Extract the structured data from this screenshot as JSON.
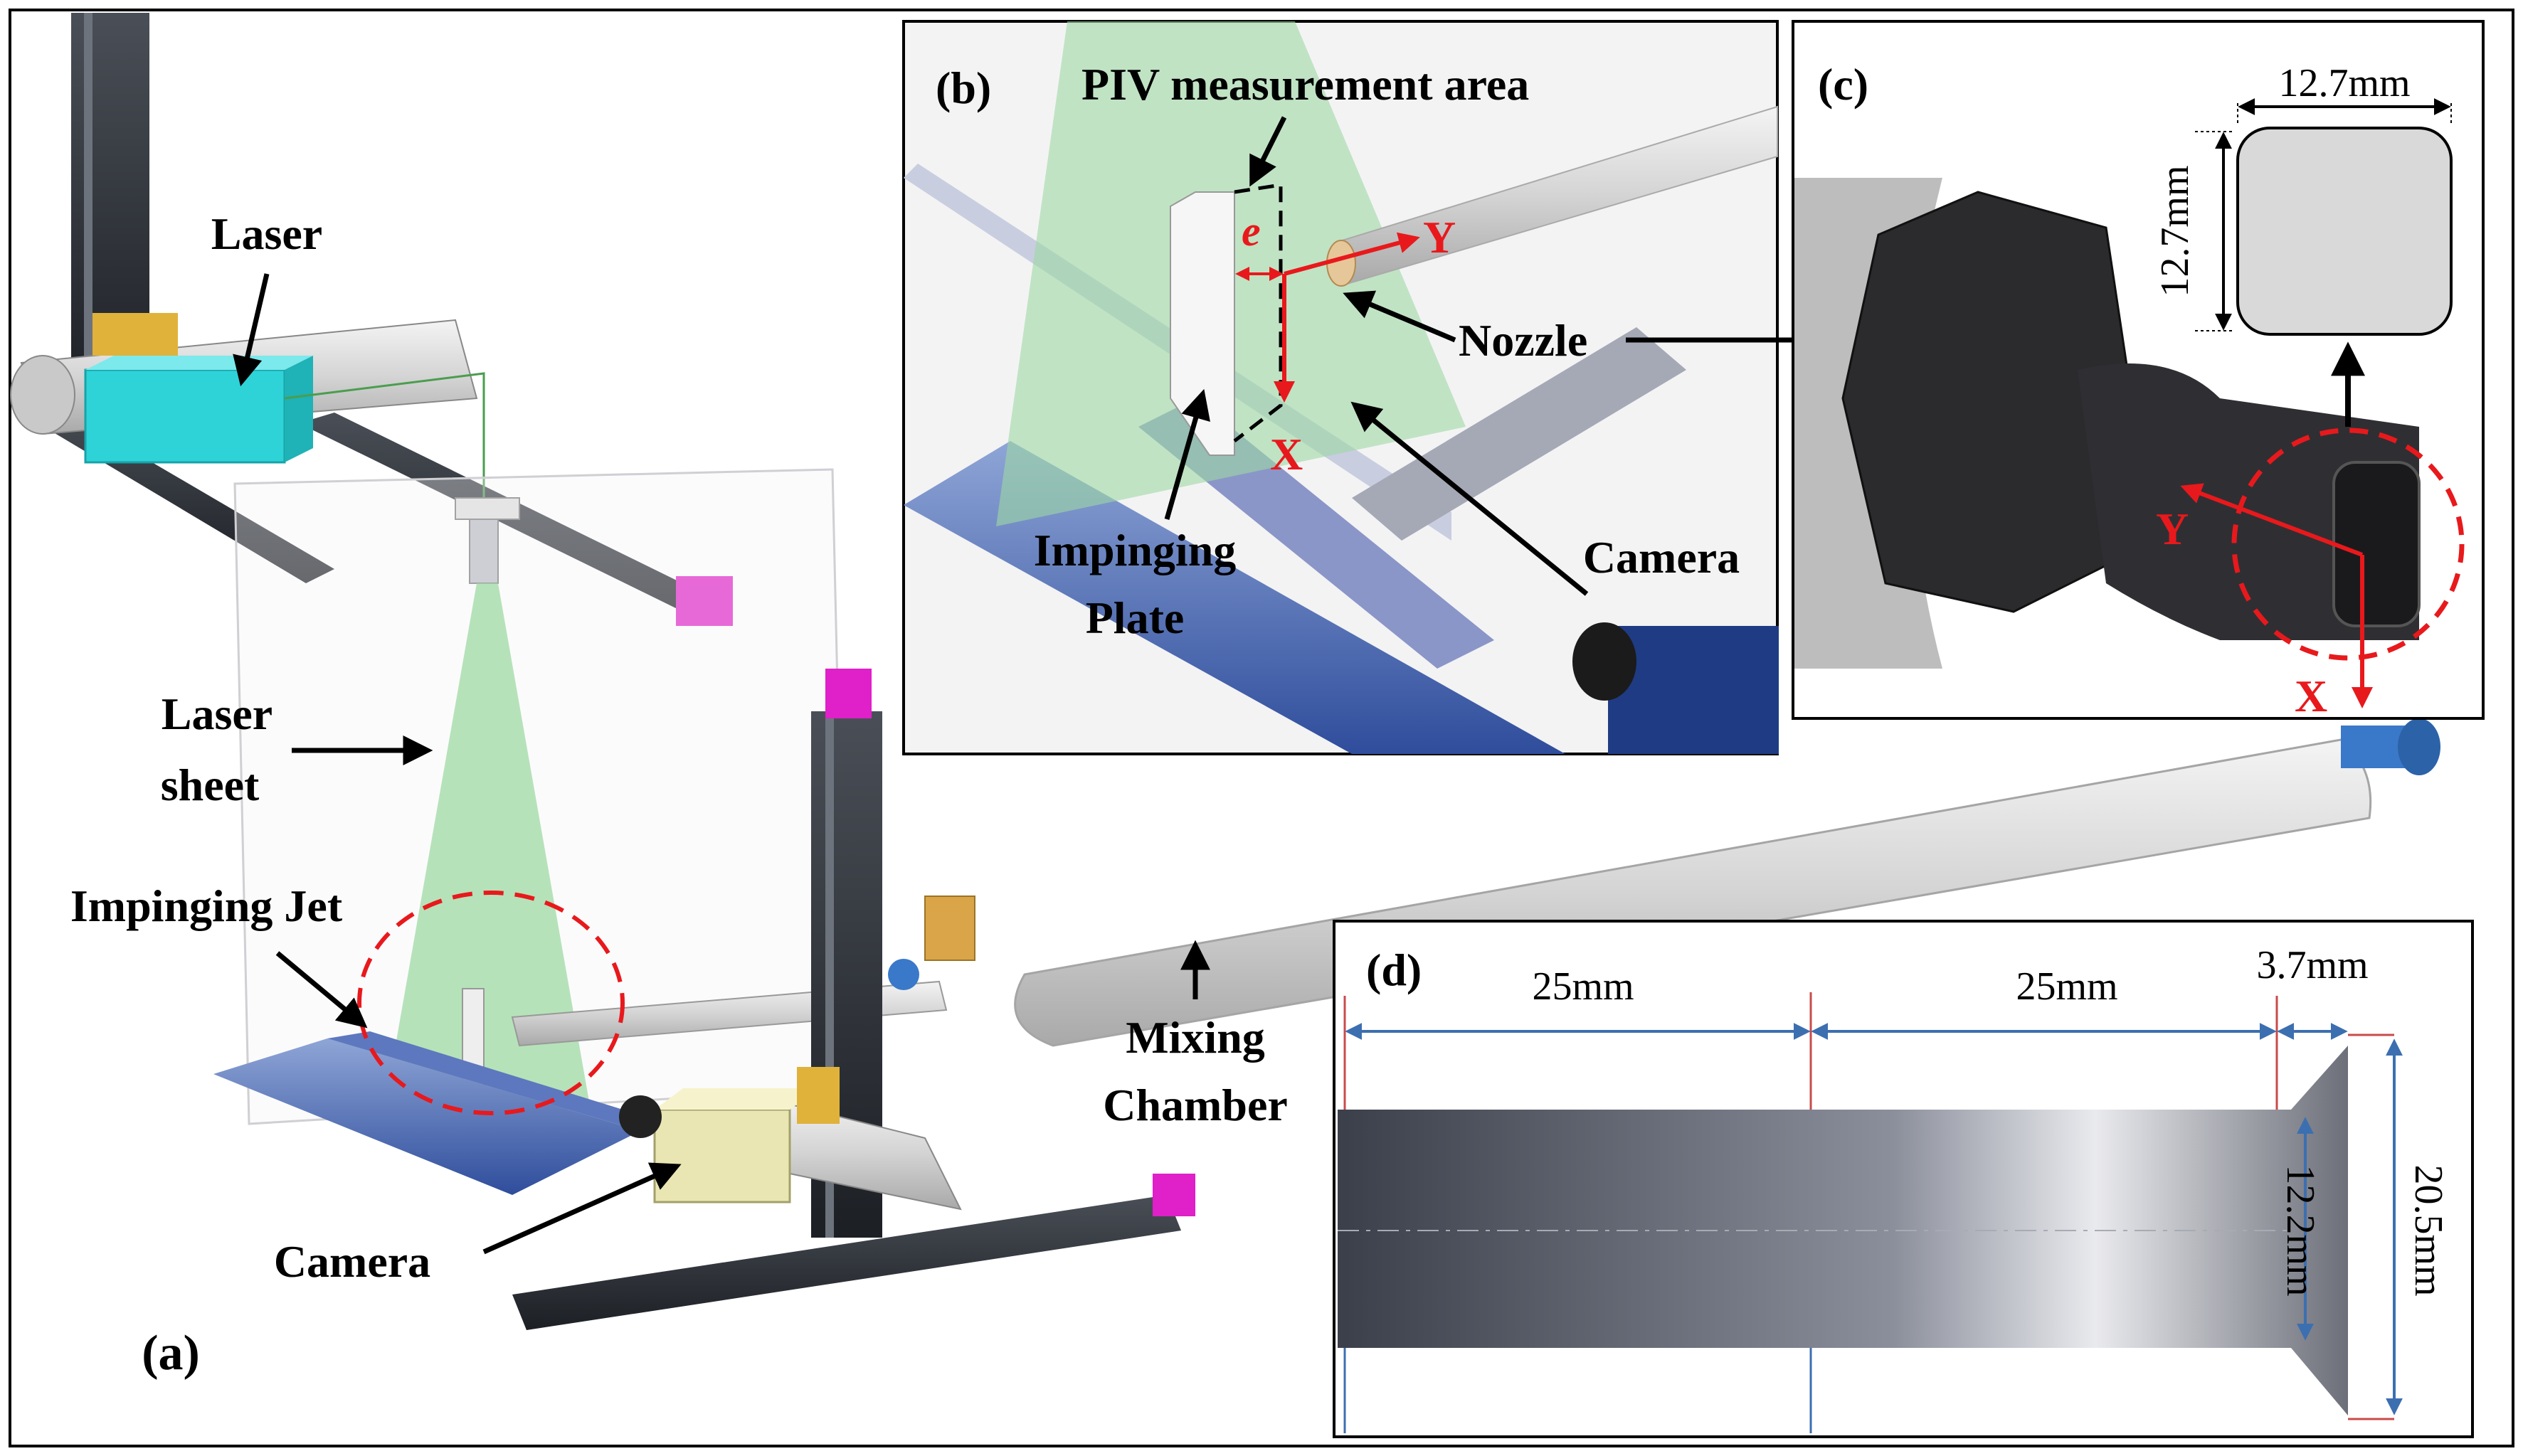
{
  "panels": {
    "a": "(a)",
    "b": "(b)",
    "c": "(c)",
    "d": "(d)"
  },
  "labels_a": {
    "laser": "Laser",
    "laser_sheet_1": "Laser",
    "laser_sheet_2": "sheet",
    "impinging_jet": "Impinging Jet",
    "camera": "Camera",
    "mixing_1": "Mixing",
    "mixing_2": "Chamber"
  },
  "labels_b": {
    "piv_area": "PIV measurement area",
    "e": "e",
    "y_axis": "Y",
    "x_axis": "X",
    "nozzle": "Nozzle",
    "impinging_1": "Impinging",
    "impinging_2": "Plate",
    "camera": "Camera"
  },
  "labels_c": {
    "width": "12.7mm",
    "height": "12.7mm",
    "y_axis": "Y",
    "x_axis": "X"
  },
  "labels_d": {
    "len1": "25mm",
    "len2": "25mm",
    "len3": "3.7mm",
    "inner_dia": "12.2mm",
    "outer_dia": "20.5mm"
  },
  "colors": {
    "accent_red": "#e8191c",
    "laser_green": "#9fd9a3",
    "laser_body": "#2ed3d8",
    "rail_dark": "#2b2f35",
    "magenta": "#e020c8",
    "chamber": "#d8d8d8"
  }
}
